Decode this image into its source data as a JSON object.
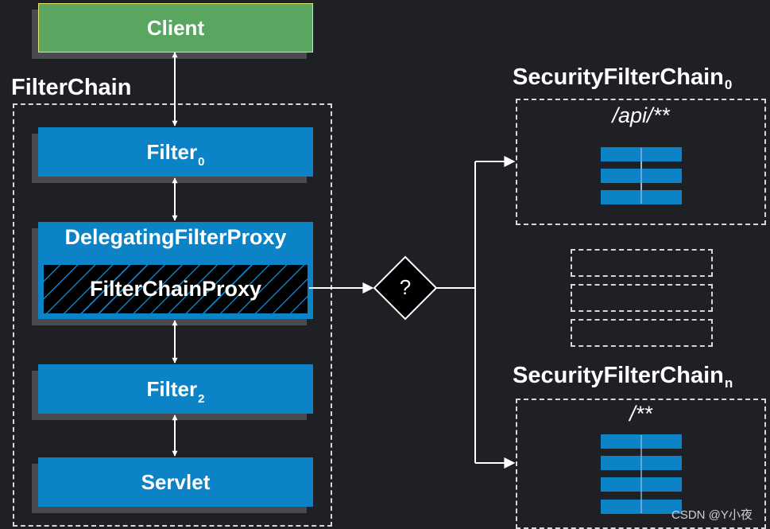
{
  "client_label": "Client",
  "filterchain_title": "FilterChain",
  "filter0": {
    "text": "Filter",
    "sub": "0"
  },
  "delegating_label": "DelegatingFilterProxy",
  "filterchainproxy_label": "FilterChainProxy",
  "filter2": {
    "text": "Filter",
    "sub": "2"
  },
  "servlet_label": "Servlet",
  "decision_label": "?",
  "sfc0": {
    "title": "SecurityFilterChain",
    "sub": "0",
    "pattern": "/api/**"
  },
  "sfcn": {
    "title": "SecurityFilterChain",
    "sub": "n",
    "pattern": "/**"
  },
  "watermark": "CSDN @Y小夜",
  "colors": {
    "background": "#1e2025",
    "client": "#5aa660",
    "filter": "#0b83c6",
    "dashed": "#d8d8d8"
  }
}
